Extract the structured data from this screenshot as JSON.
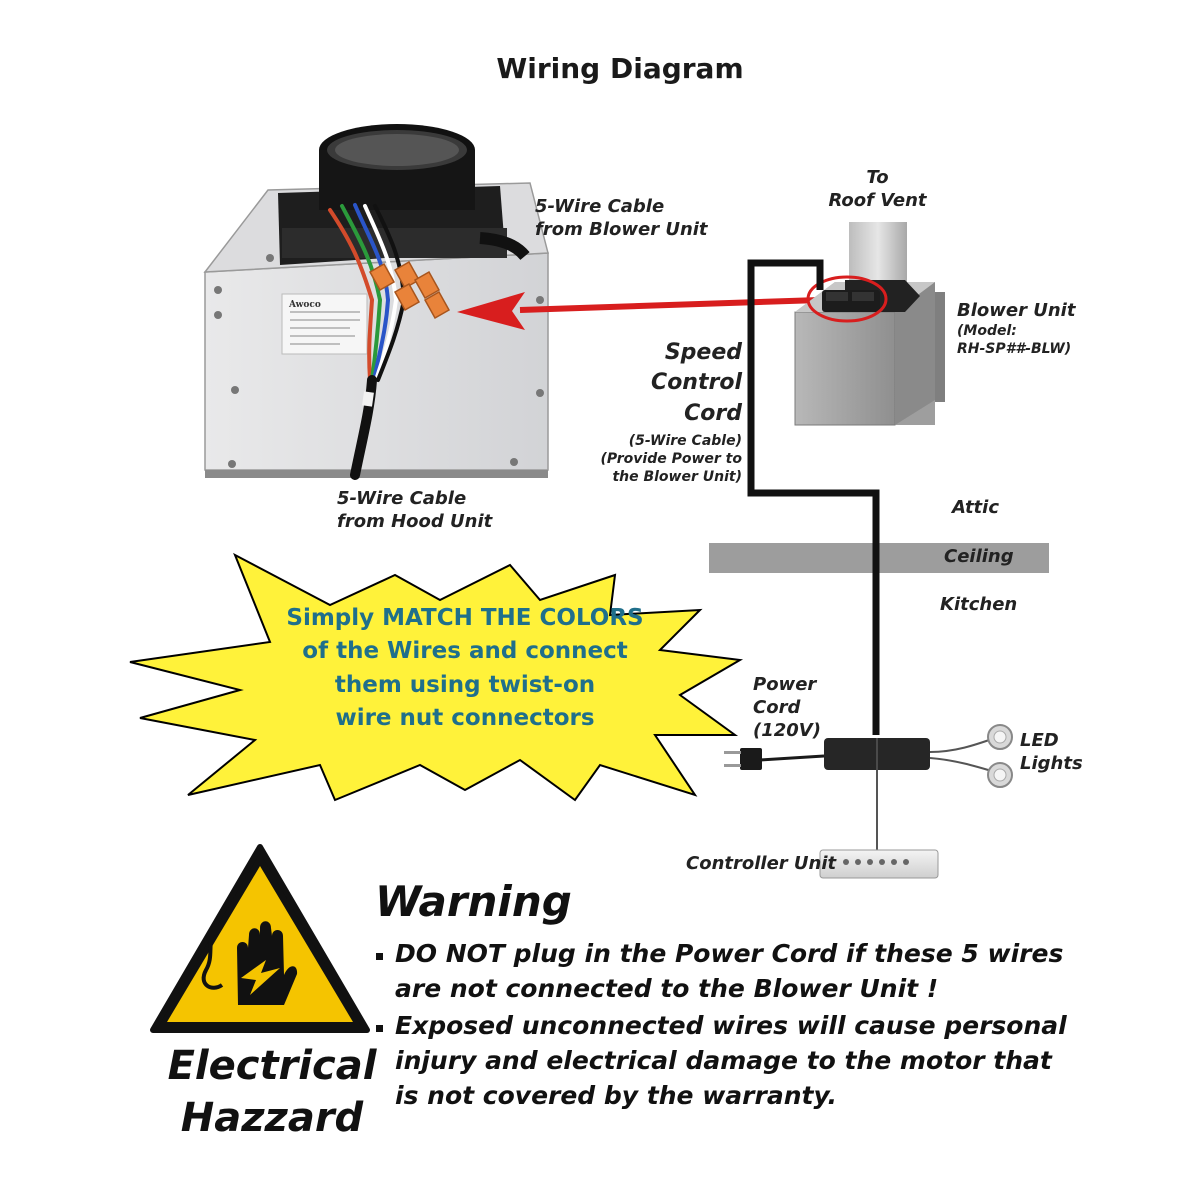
{
  "title": "Wiring Diagram",
  "labels": {
    "blower_cable": [
      "5-Wire Cable",
      "from Blower Unit"
    ],
    "hood_cable": [
      "5-Wire Cable",
      "from Hood Unit"
    ],
    "roof_vent": [
      "To",
      "Roof Vent"
    ],
    "blower_unit": [
      "Blower Unit",
      "(Model:",
      "RH-SP##-BLW)"
    ],
    "speed_cord": [
      "Speed",
      "Control",
      "Cord"
    ],
    "speed_cord_note": [
      "(5-Wire Cable)",
      "(Provide Power to",
      "the Blower Unit)"
    ],
    "attic": "Attic",
    "ceiling": "Ceiling",
    "kitchen": "Kitchen",
    "power_cord": [
      "Power",
      "Cord",
      "(120V)"
    ],
    "led_lights": [
      "LED",
      "Lights"
    ],
    "controller_unit": "Controller Unit"
  },
  "callout": [
    "Simply MATCH THE COLORS",
    "of the Wires and connect",
    "them using twist-on",
    "wire nut connectors"
  ],
  "warning": {
    "title": "Warning",
    "items": [
      "DO NOT plug in the Power Cord if these 5 wires are not connected to the Blower Unit !",
      "Exposed unconnected wires will cause personal injury and electrical damage to the motor that is not covered by the warranty."
    ]
  },
  "hazard": [
    "Electrical",
    "Hazzard"
  ],
  "photo_logo": "Awoco",
  "colors": {
    "burst_fill": "#fff23a",
    "callout_text": "#1f6f8b",
    "arrow": "#d81e1e",
    "hazard_yellow": "#f5c400",
    "ceiling_band": "#9d9d9d",
    "cord": "#111111"
  },
  "icons": [
    "electrical-hazard-icon",
    "led-light-icon",
    "power-plug-icon",
    "controller-icon"
  ]
}
